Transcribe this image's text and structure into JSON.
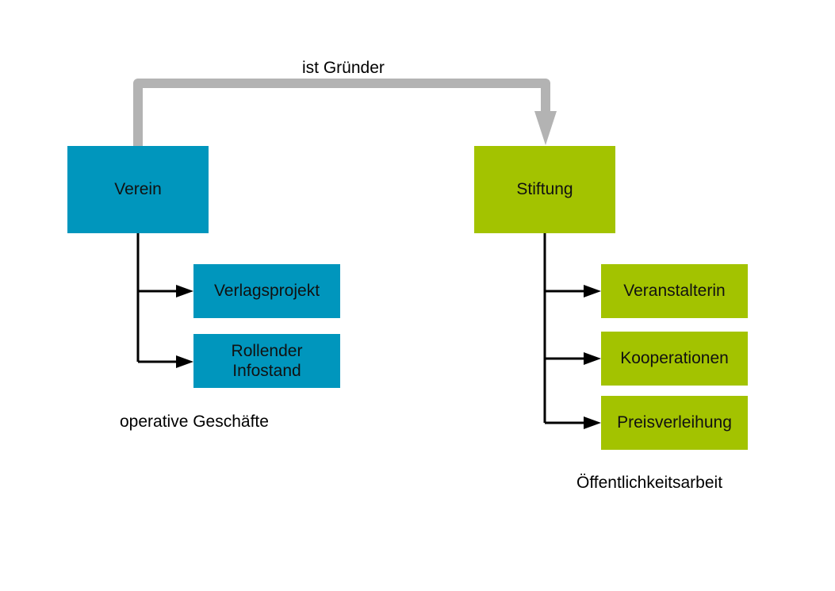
{
  "arrow_label": "ist Gründer",
  "left": {
    "root": "Verein",
    "children": [
      "Verlagsprojekt",
      "Rollender\nInfostand"
    ],
    "group_label": "operative Geschäfte",
    "color": "#0096bd"
  },
  "right": {
    "root": "Stiftung",
    "children": [
      "Veranstalterin",
      "Kooperationen",
      "Preisverleihung"
    ],
    "group_label": "Öffentlichkeitsarbeit",
    "color": "#a3c300"
  },
  "connector_color": "#b3b3b3"
}
